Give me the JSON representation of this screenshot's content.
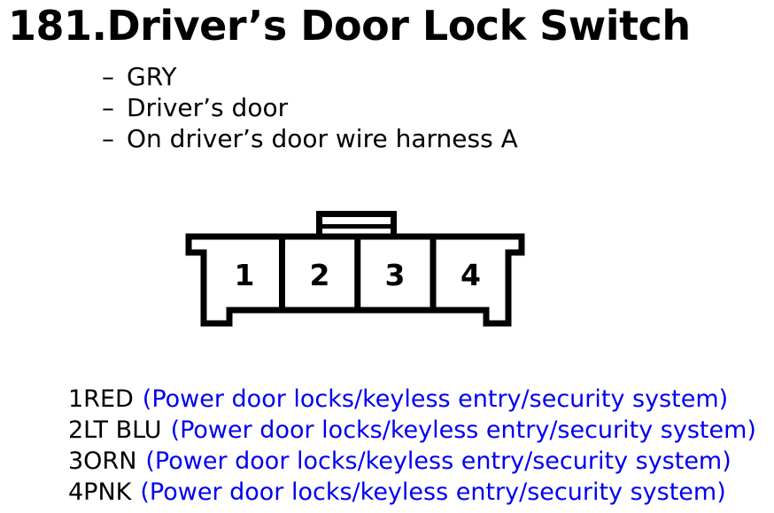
{
  "title": "181.Driver’s Door Lock Switch",
  "notes": {
    "marker": "–",
    "items": [
      "GRY",
      "Driver’s door",
      "On driver’s door wire harness A"
    ]
  },
  "connector": {
    "description": "4-cavity connector, face view, latch tab on top",
    "pins": [
      "1",
      "2",
      "3",
      "4"
    ]
  },
  "pin_assignments": [
    {
      "pin_label": "1RED",
      "circuit": "(Power door locks/keyless entry/security system)"
    },
    {
      "pin_label": "2LT BLU",
      "circuit": "(Power door locks/keyless entry/security system)"
    },
    {
      "pin_label": "3ORN",
      "circuit": "(Power door locks/keyless entry/security system)"
    },
    {
      "pin_label": "4PNK",
      "circuit": "(Power door locks/keyless entry/security system)"
    }
  ],
  "colors": {
    "circuit_link_blue": "#0000F0",
    "text_black": "#000000",
    "background": "#FFFFFF",
    "connector_outline": "#000000"
  }
}
